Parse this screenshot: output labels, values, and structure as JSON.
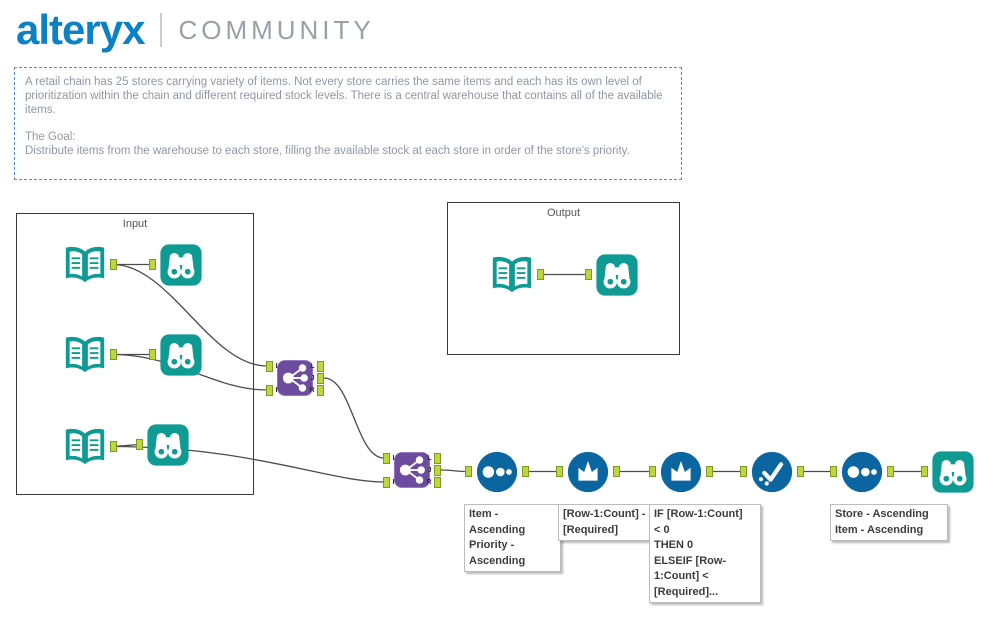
{
  "header": {
    "logo": "alteryx",
    "community": "COMMUNITY"
  },
  "comment": {
    "body": "A retail chain has 25 stores carrying variety of items.  Not every store carries the same items and each has its own level of prioritization within the chain and different required stock levels.  There is a central warehouse that contains all of the available items.",
    "goal_label": "The Goal:",
    "goal_text": "Distribute items from the warehouse to each store, filling the available stock at each store in order of the store's priority."
  },
  "containers": {
    "input_label": "Input",
    "output_label": "Output"
  },
  "anchors": {
    "l": "L",
    "j": "J",
    "r": "R"
  },
  "annotations": {
    "sort1": "Item - Ascending\nPriority -\nAscending",
    "formula1": "[Row-1:Count] -\n[Required]",
    "formula2": "IF [Row-1:Count]\n< 0\nTHEN 0\nELSEIF [Row-\n1:Count] <\n[Required]...",
    "sort2": "Store - Ascending\nItem - Ascending"
  },
  "icons": {
    "input_data": "book-icon",
    "browse": "binoculars-icon",
    "join": "join-molecule-icon",
    "sort": "sort-dots-icon",
    "multi_row_formula": "crown-icon",
    "unique": "check-icon"
  },
  "colors": {
    "teal": "#0f9b94",
    "purple": "#6d4b9e",
    "blue": "#0a65a0",
    "anchor_green": "#bcd63d",
    "logo_blue": "#0c82c5",
    "comment_border": "#4a90d9"
  }
}
